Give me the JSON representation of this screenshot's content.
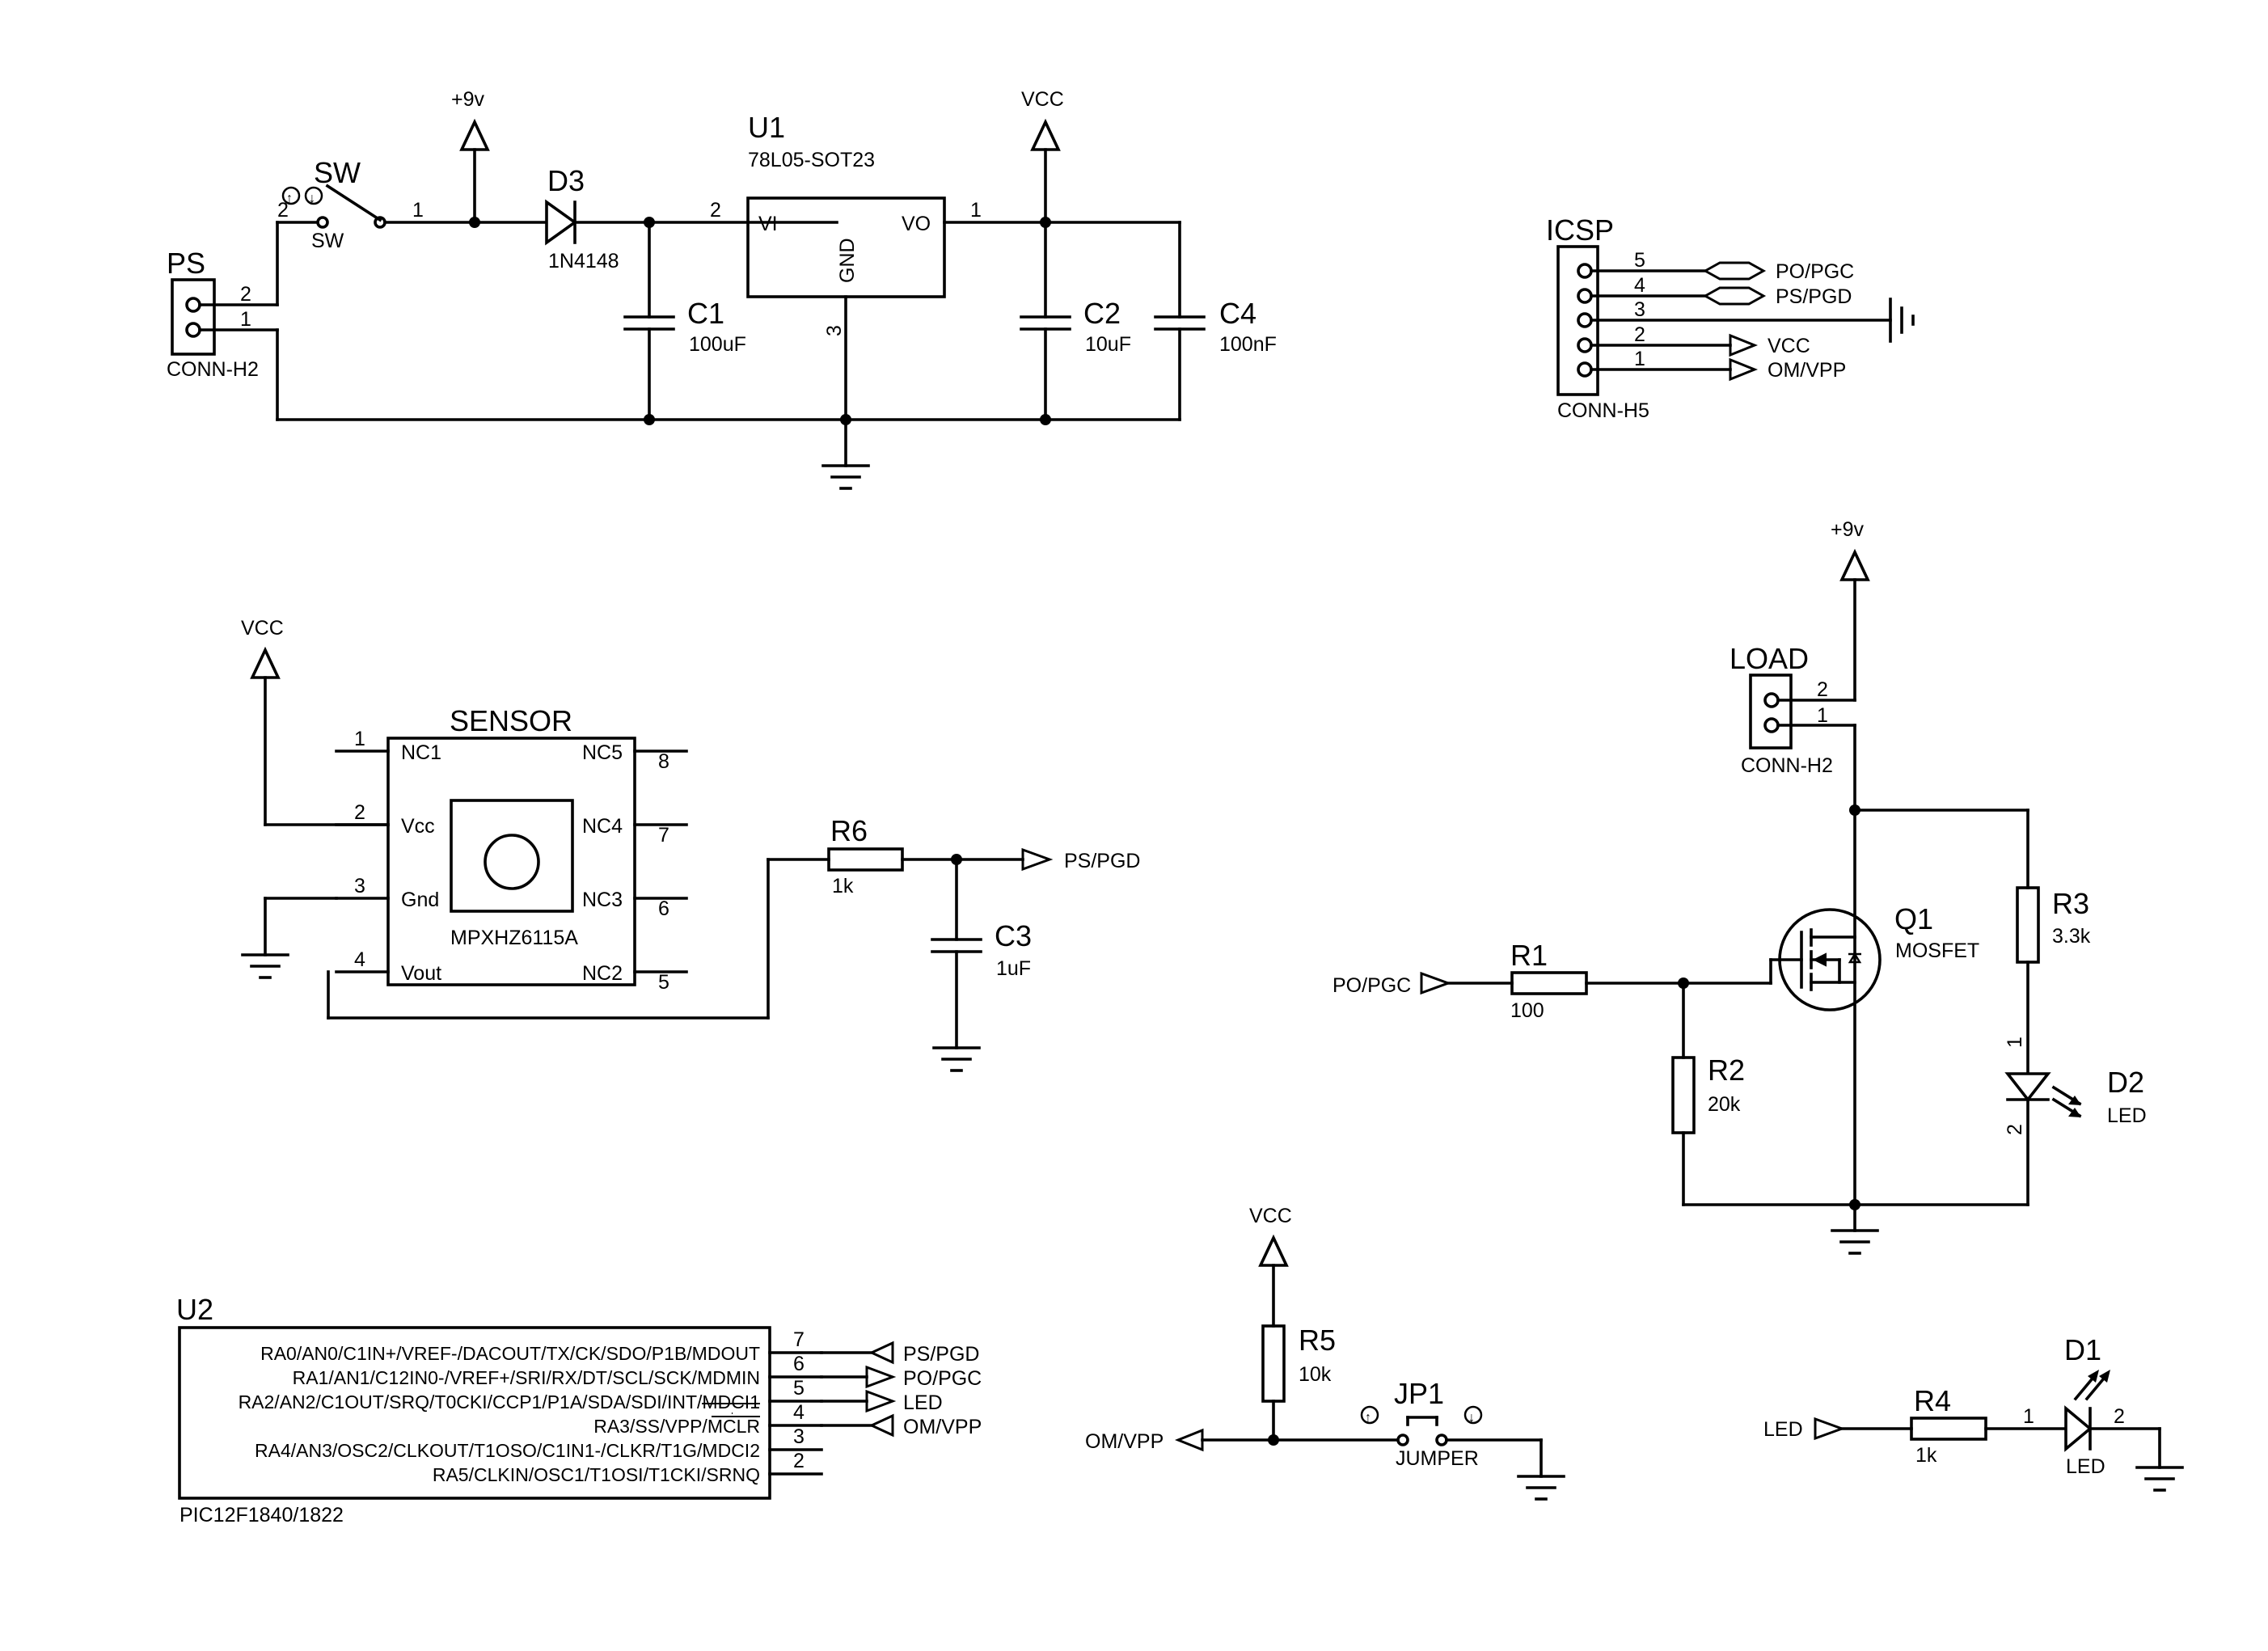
{
  "power": {
    "p9v_top": "+9v",
    "vcc_reg": "VCC",
    "vcc_sensor": "VCC",
    "p9v_load": "+9v",
    "vcc_r5": "VCC"
  },
  "ps": {
    "ref": "PS",
    "value": "CONN-H2",
    "pin2": "2",
    "pin1": "1"
  },
  "sw": {
    "ref": "SW",
    "value": "SW",
    "pin2": "2",
    "pin1": "1"
  },
  "d3": {
    "ref": "D3",
    "value": "1N4148"
  },
  "u1": {
    "ref": "U1",
    "value": "78L05-SOT23",
    "vi": "VI",
    "vo": "VO",
    "gnd": "GND",
    "pin_vi": "2",
    "pin_vo": "1",
    "pin_gnd": "3"
  },
  "c1": {
    "ref": "C1",
    "value": "100uF"
  },
  "c2": {
    "ref": "C2",
    "value": "10uF"
  },
  "c4": {
    "ref": "C4",
    "value": "100nF"
  },
  "icsp": {
    "ref": "ICSP",
    "value": "CONN-H5",
    "pins": [
      "5",
      "4",
      "3",
      "2",
      "1"
    ],
    "nets": [
      "PO/PGC",
      "PS/PGD",
      "VCC",
      "OM/VPP"
    ]
  },
  "sensor": {
    "ref": "SENSOR",
    "part": "MPXHZ6115A",
    "left": [
      {
        "num": "1",
        "name": "NC1"
      },
      {
        "num": "2",
        "name": "Vcc"
      },
      {
        "num": "3",
        "name": "Gnd"
      },
      {
        "num": "4",
        "name": "Vout"
      }
    ],
    "right": [
      {
        "num": "8",
        "name": "NC5"
      },
      {
        "num": "7",
        "name": "NC4"
      },
      {
        "num": "6",
        "name": "NC3"
      },
      {
        "num": "5",
        "name": "NC2"
      }
    ]
  },
  "r6": {
    "ref": "R6",
    "value": "1k",
    "net": "PS/PGD"
  },
  "c3": {
    "ref": "C3",
    "value": "1uF"
  },
  "load": {
    "ref": "LOAD",
    "value": "CONN-H2",
    "pin2": "2",
    "pin1": "1"
  },
  "q1": {
    "ref": "Q1",
    "value": "MOSFET"
  },
  "r1": {
    "ref": "R1",
    "value": "100",
    "net": "PO/PGC"
  },
  "r2": {
    "ref": "R2",
    "value": "20k"
  },
  "r3": {
    "ref": "R3",
    "value": "3.3k"
  },
  "d2": {
    "ref": "D2",
    "value": "LED",
    "pin1": "1",
    "pin2": "2"
  },
  "u2": {
    "ref": "U2",
    "value": "PIC12F1840/1822",
    "pins": [
      {
        "label": "RA0/AN0/C1IN+/VREF-/DACOUT/TX/CK/SDO/P1B/MDOUT",
        "num": "7",
        "net": "PS/PGD"
      },
      {
        "label": "RA1/AN1/C12IN0-/VREF+/SRI/RX/DT/SCL/SCK/MDMIN",
        "num": "6",
        "net": "PO/PGC"
      },
      {
        "label": "RA2/AN2/C1OUT/SRQ/T0CKI/CCP1/P1A/SDA/SDI/INT/MDCI1",
        "num": "5",
        "net": "LED"
      },
      {
        "label": "RA3/SS/VPP/MCLR",
        "num": "4",
        "net": "OM/VPP"
      },
      {
        "label": "RA4/AN3/OSC2/CLKOUT/T1OSO/C1IN1-/CLKR/T1G/MDCI2",
        "num": "3",
        "net": ""
      },
      {
        "label": "RA5/CLKIN/OSC1/T1OSI/T1CKI/SRNQ",
        "num": "2",
        "net": ""
      }
    ]
  },
  "r5": {
    "ref": "R5",
    "value": "10k",
    "net": "OM/VPP"
  },
  "jp1": {
    "ref": "JP1",
    "value": "JUMPER"
  },
  "r4": {
    "ref": "R4",
    "value": "1k",
    "net": "LED"
  },
  "d1": {
    "ref": "D1",
    "value": "LED",
    "pin1": "1",
    "pin2": "2"
  }
}
